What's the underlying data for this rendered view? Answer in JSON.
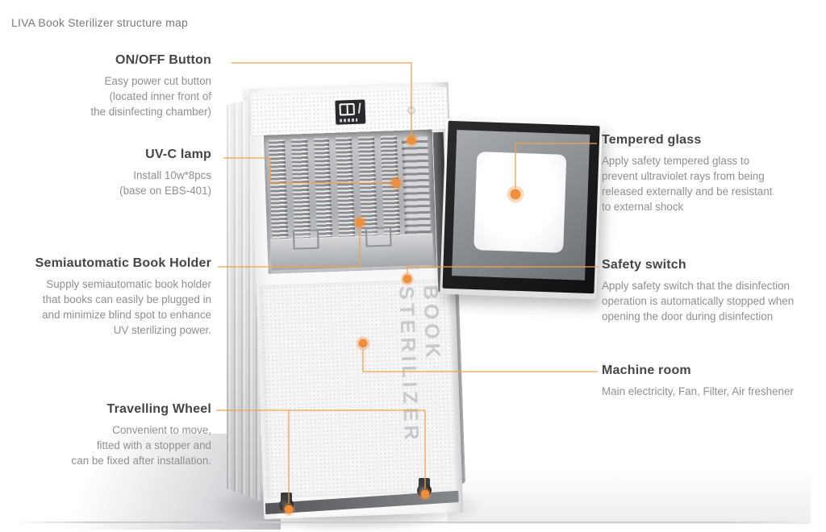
{
  "page": {
    "title": "LIVA Book Sterilizer structure map"
  },
  "colors": {
    "accent_line": "#efa251",
    "accent_dot": "#ed8f3c",
    "heading_text": "#454548",
    "body_text": "#8d8f92",
    "title_text": "#77797c"
  },
  "machine": {
    "brand_text": [
      "BOOK",
      "STERILIZER"
    ],
    "display_icon": "open-book-icon"
  },
  "annotations": {
    "left": [
      {
        "title": "ON/OFF Button",
        "lines": [
          "Easy power cut button",
          "(located inner front of",
          "the disinfecting chamber)"
        ]
      },
      {
        "title": "UV-C lamp",
        "lines": [
          "Install 10w*8pcs",
          "(base on EBS-401)"
        ]
      },
      {
        "title": "Semiautomatic Book Holder",
        "lines": [
          "Supply semiautomatic book holder",
          "that books can easily be plugged in",
          "and minimize blind spot to enhance",
          "UV sterilizing power."
        ]
      },
      {
        "title": "Travelling Wheel",
        "lines": [
          "Convenient to move,",
          "fitted with a stopper and",
          "can be fixed after installation."
        ]
      }
    ],
    "right": [
      {
        "title": "Tempered glass",
        "lines": [
          "Apply safety tempered glass to",
          "prevent ultraviolet rays from being",
          "released externally and be resistant",
          "to external shock"
        ]
      },
      {
        "title": "Safety switch",
        "lines": [
          "Apply safety switch that the disinfection",
          "operation is automatically stopped when",
          "opening the door during disinfection"
        ]
      },
      {
        "title": "Machine room",
        "lines": [
          "Main electricity, Fan, Filter, Air freshener"
        ]
      }
    ]
  }
}
